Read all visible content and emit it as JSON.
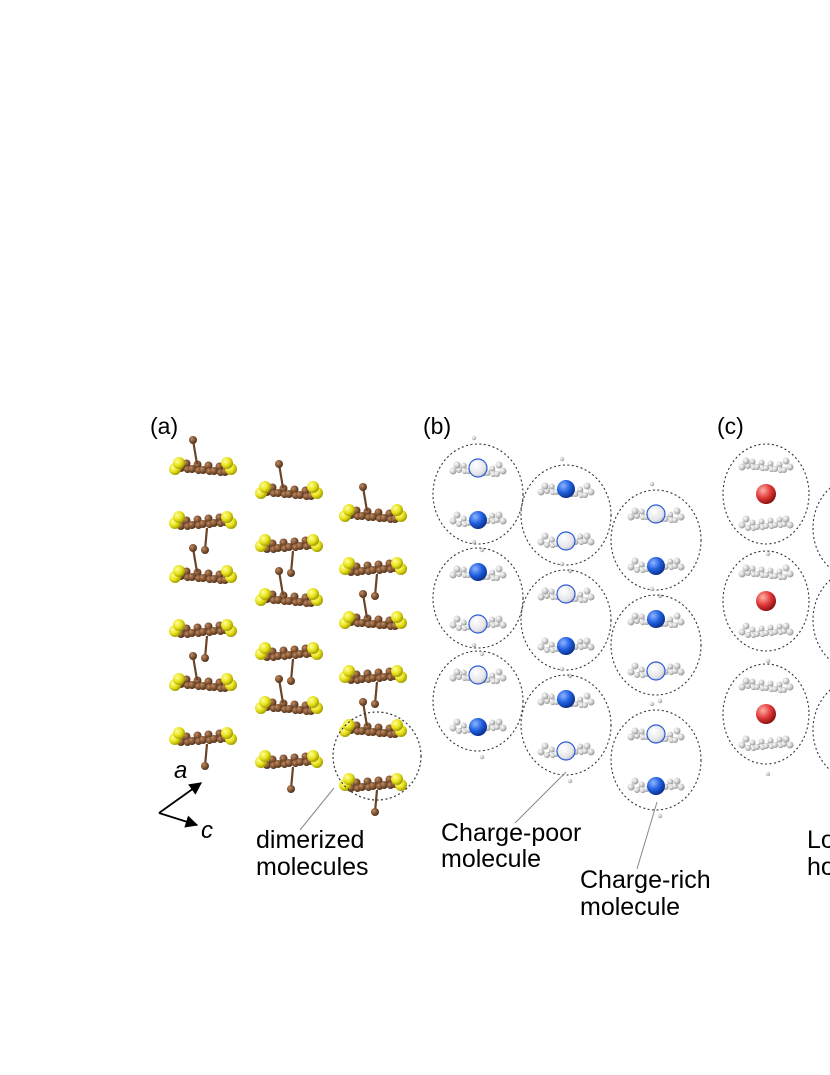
{
  "panels": [
    {
      "label": "(a)",
      "axes": {
        "a": "a",
        "c": "c"
      },
      "annotations": [
        {
          "text_lines": [
            "dimerized",
            "molecules"
          ]
        }
      ]
    },
    {
      "label": "(b)",
      "annotations": [
        {
          "text_lines": [
            "Charge-poor",
            "molecule"
          ]
        },
        {
          "text_lines": [
            "Charge-rich",
            "molecule"
          ]
        }
      ]
    },
    {
      "label": "(c)",
      "annotations": [
        {
          "text_lines": [
            "Lo",
            "ho"
          ]
        }
      ]
    }
  ],
  "colors": {
    "carbon": "#7a4f2e",
    "sulfur": "#e8e21a",
    "charge_rich": "#1f5fe0",
    "charge_poor": "#e8e8ec",
    "localized_hole": "#e23a3a",
    "faded_atom": "#c9c9c9",
    "dashed_circle": "#333333"
  }
}
